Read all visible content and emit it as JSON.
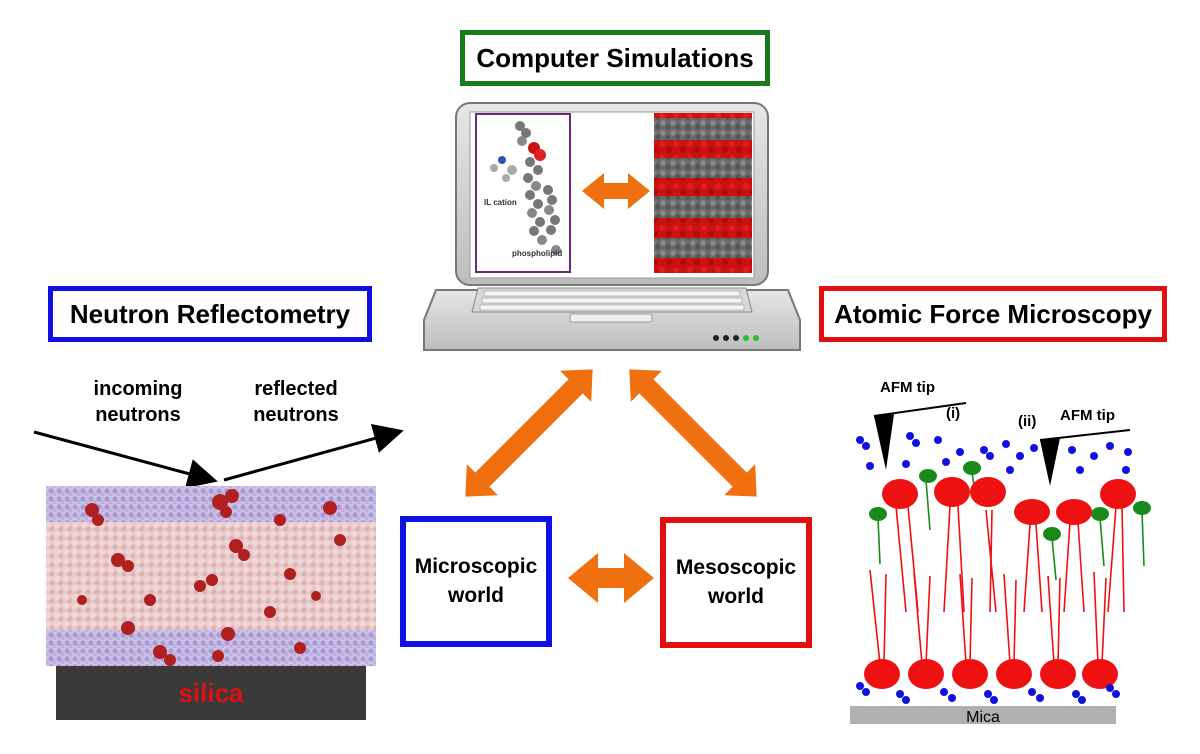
{
  "titles": {
    "computer_simulations": "Computer Simulations",
    "neutron_reflectometry": "Neutron Reflectometry",
    "afm": "Atomic Force Microscopy"
  },
  "worlds": {
    "microscopic": [
      "Microscopic",
      "world"
    ],
    "mesoscopic": [
      "Mesoscopic",
      "world"
    ]
  },
  "simulation_screen": {
    "label_cation": "IL cation",
    "label_phospholipid": "phospholipid"
  },
  "neutron": {
    "incoming": [
      "incoming",
      "neutrons"
    ],
    "reflected": [
      "reflected",
      "neutrons"
    ],
    "substrate": "silica"
  },
  "afm_panel": {
    "tip_left": "AFM tip",
    "tip_right": "AFM tip",
    "marker_i": "(i)",
    "marker_ii": "(ii)",
    "substrate": "Mica"
  },
  "colors": {
    "green": "#1a7a1a",
    "blue": "#1010e0",
    "red": "#e01010",
    "orange": "#f07010",
    "lipid_red": "#ee1111",
    "mica_gray": "#b0b0b0",
    "silica_dark": "#3a3a3a",
    "silica_text": "#e01010"
  }
}
